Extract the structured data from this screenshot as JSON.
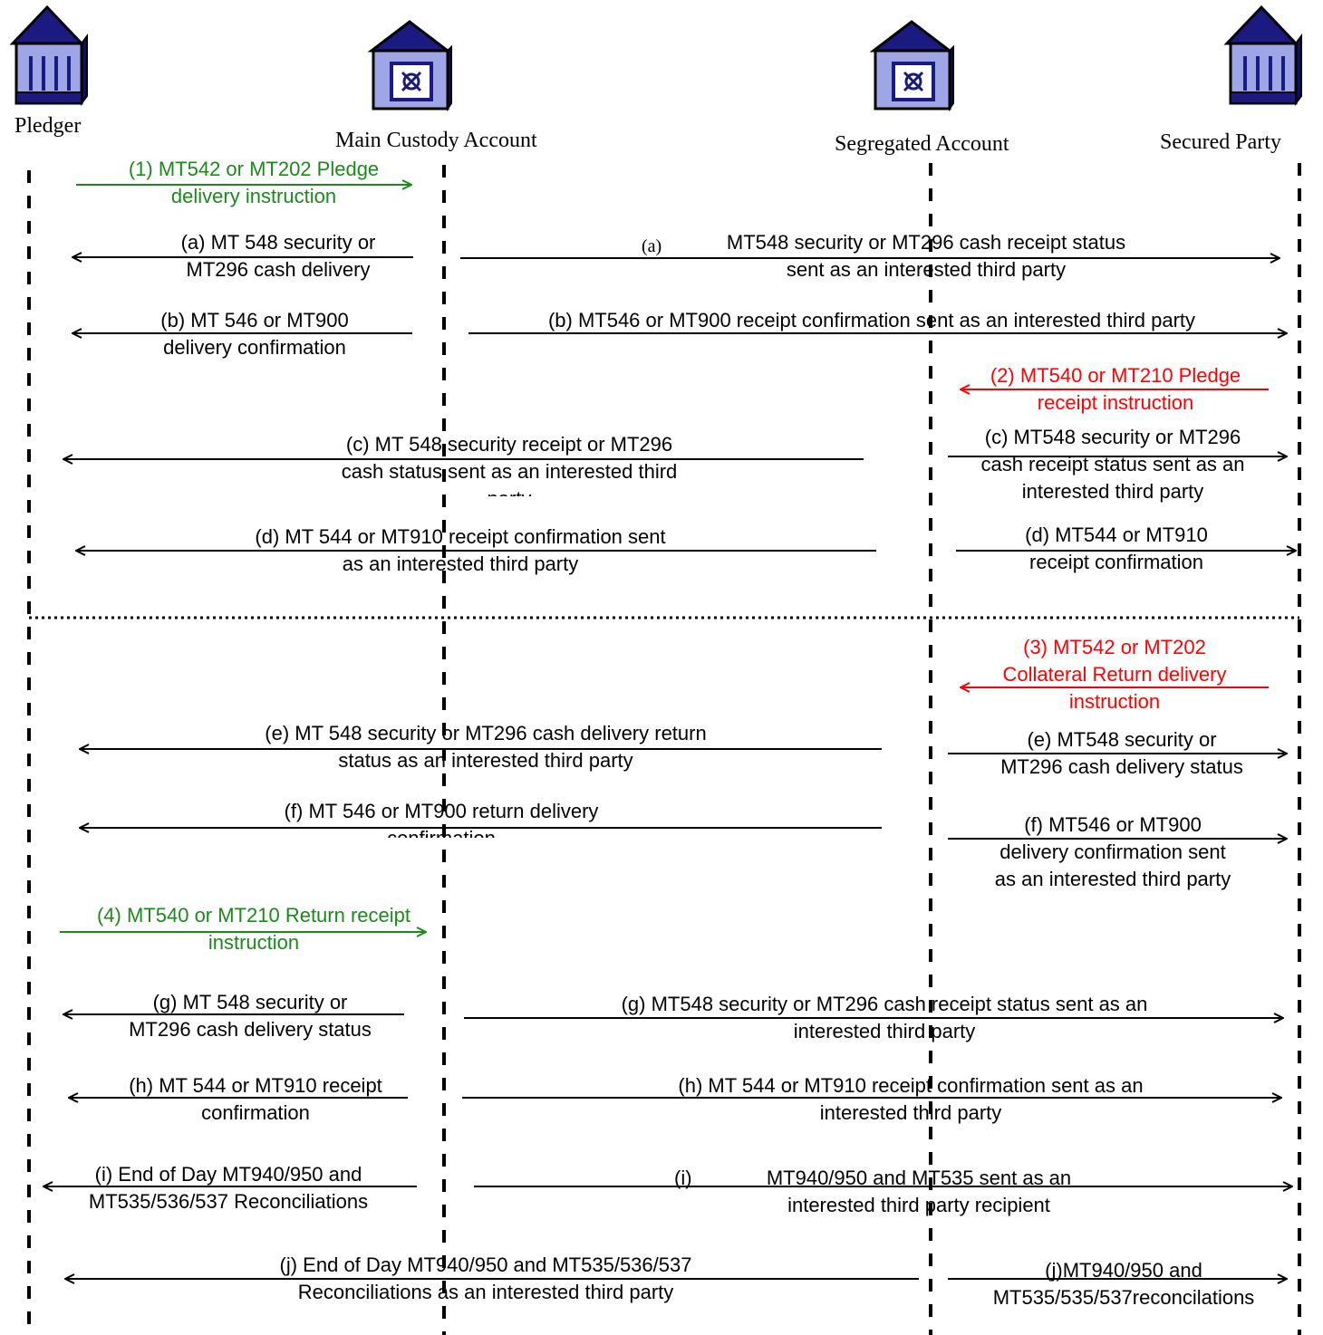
{
  "participants": [
    {
      "name": "Pledger"
    },
    {
      "name": "Main Custody Account"
    },
    {
      "name": "Segregated Account"
    },
    {
      "name": "Secured Party"
    }
  ],
  "messages": {
    "m1": {
      "line1": "(1)  MT542 or MT202 Pledge",
      "line2": "delivery instruction"
    },
    "a_left": {
      "line1": "(a)  MT 548 security or",
      "line2": "MT296 cash delivery"
    },
    "a_right": {
      "prefix": "(a)",
      "line1": "MT548 security or MT296 cash receipt status",
      "line2": "sent as an interested third party"
    },
    "b_left": {
      "line1": "(b) MT 546 or MT900",
      "line2": "delivery confirmation"
    },
    "b_right": {
      "line1": "(b) MT546 or MT900 receipt confirmation sent as an interested third party"
    },
    "m2": {
      "line1": "(2) MT540 or MT210 Pledge",
      "line2": "receipt instruction"
    },
    "c_left": {
      "line1": "(c) MT 548 security receipt or MT296",
      "line2": "cash status sent as an interested third",
      "line3": "party"
    },
    "c_right": {
      "line1": "(c) MT548 security or MT296",
      "line2": "cash receipt status sent as an",
      "line3": "interested third party"
    },
    "d_left": {
      "line1": "(d) MT 544 or MT910 receipt confirmation sent",
      "line2": "as an interested third party"
    },
    "d_right": {
      "line1": "(d) MT544 or MT910",
      "line2": "receipt confirmation"
    },
    "m3": {
      "line1": "(3) MT542 or MT202",
      "line2": "Collateral Return delivery",
      "line3": "instruction"
    },
    "e_left": {
      "line1": "(e) MT 548 security or MT296 cash delivery return",
      "line2": "status as an interested third party"
    },
    "e_right": {
      "line1": "(e) MT548 security or",
      "line2": "MT296 cash delivery status"
    },
    "f_left": {
      "line1": "(f) MT 546 or MT900 return delivery",
      "line2": "confirmation"
    },
    "f_right": {
      "line1": "(f) MT546 or MT900",
      "line2": "delivery confirmation sent",
      "line3": "as an interested third party"
    },
    "m4": {
      "line1": "(4) MT540 or MT210 Return receipt",
      "line2": "instruction"
    },
    "g_left": {
      "line1": "(g) MT 548 security or",
      "line2": "MT296 cash delivery status"
    },
    "g_right": {
      "line1": "(g)  MT548 security or MT296 cash receipt status sent as an",
      "line2": "interested third party"
    },
    "h_left": {
      "line1": "(h) MT 544 or MT910 receipt",
      "line2": "confirmation"
    },
    "h_right": {
      "line1": "(h) MT 544 or MT910 receipt confirmation sent as an",
      "line2": "interested third party"
    },
    "i_left": {
      "line1": "(i) End of Day MT940/950 and",
      "line2": "MT535/536/537 Reconciliations"
    },
    "i_right": {
      "prefix": "(i)",
      "line1": "MT940/950 and MT535 sent as an",
      "line2": "interested third party recipient"
    },
    "j_left": {
      "line1": "(j) End of Day MT940/950 and MT535/536/537",
      "line2": "Reconciliations as an interested third party"
    },
    "j_right": {
      "line1": "(j)MT940/950 and",
      "line2": "MT535/535/537reconcilations"
    }
  },
  "colors": {
    "line": "#000000",
    "green": "#1a8a1a",
    "red": "#ff0000",
    "bank_roof": "#1a1a80",
    "bank_body": "#9fa6e6"
  },
  "icons": [
    "bank-icon",
    "custody-building-icon",
    "custody-building-icon",
    "bank-icon"
  ]
}
